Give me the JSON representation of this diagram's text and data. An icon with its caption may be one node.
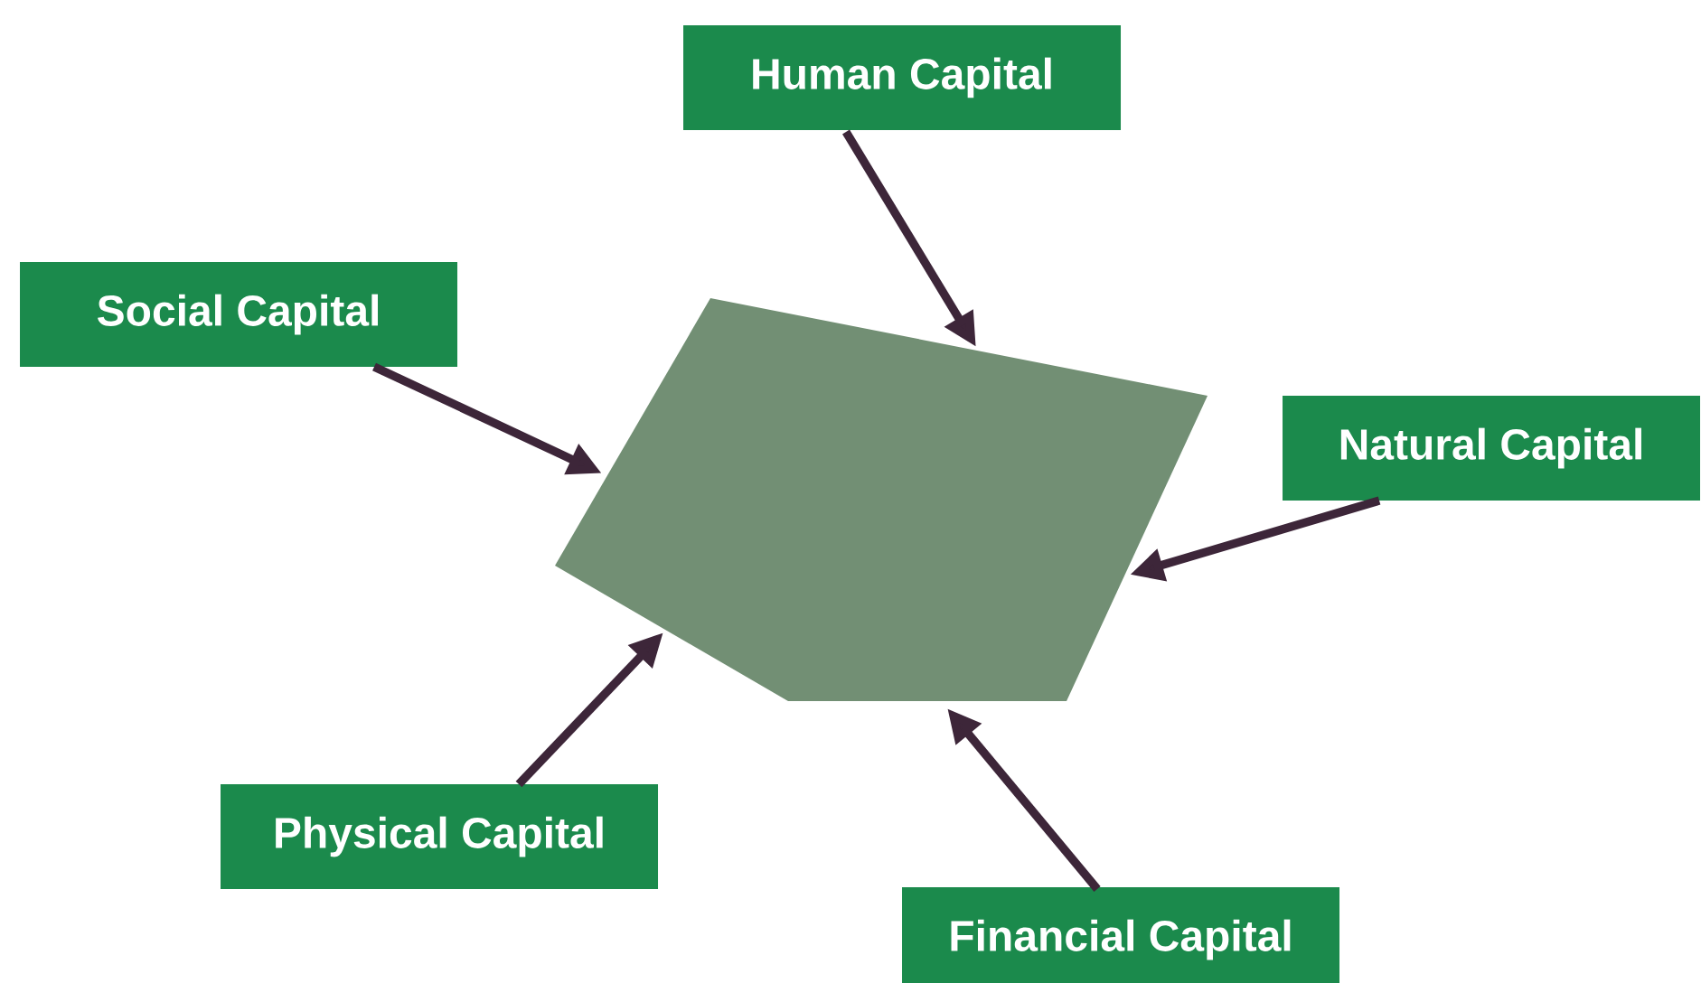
{
  "diagram": {
    "nodes": [
      {
        "text": [
          "Human Capital"
        ]
      },
      {
        "text": [
          "Social Capital"
        ]
      },
      {
        "text": [],
        "shape": "polygon"
      },
      {
        "text": [
          "Natural Capital"
        ]
      },
      {
        "text": [
          "Physical Capital"
        ]
      },
      {
        "text": [
          "Financial Capital"
        ]
      }
    ],
    "edges": [
      {
        "from": 0,
        "to": 2,
        "arrow": "to"
      },
      {
        "from": 1,
        "to": 2,
        "arrow": "to"
      },
      {
        "from": 3,
        "to": 2,
        "arrow": "to"
      },
      {
        "from": 4,
        "to": 2,
        "arrow": "to"
      },
      {
        "from": 5,
        "to": 2,
        "arrow": "to"
      }
    ]
  }
}
